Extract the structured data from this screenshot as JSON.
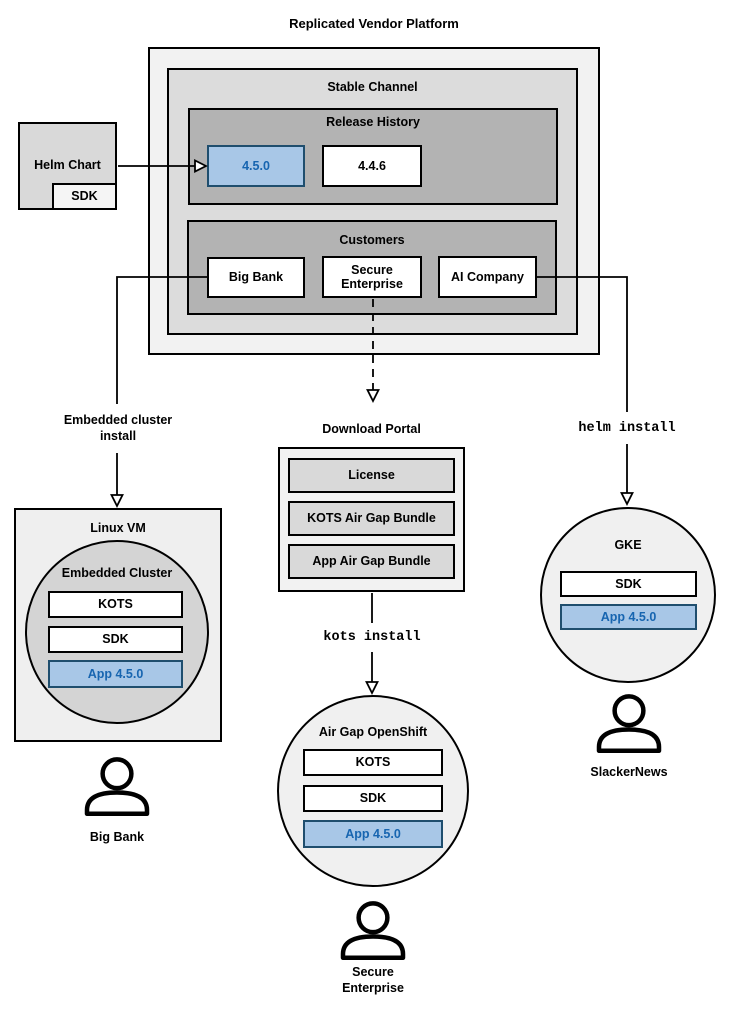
{
  "title": "Replicated Vendor Platform",
  "colors": {
    "highlight_fill": "#a8c7e7",
    "highlight_border": "#1f4e6e",
    "highlight_text": "#1765b0",
    "panel_light": "#f2f2f2",
    "panel_mid": "#dcdcdc",
    "panel_dark": "#b3b3b3"
  },
  "platform": {
    "stable_channel": {
      "label": "Stable Channel",
      "release_history": {
        "label": "Release History",
        "releases": [
          {
            "version": "4.5.0",
            "highlighted": true
          },
          {
            "version": "4.4.6",
            "highlighted": false
          }
        ]
      },
      "customers": {
        "label": "Customers",
        "items": [
          {
            "name": "Big Bank"
          },
          {
            "name": "Secure\nEnterprise"
          },
          {
            "name": "AI Company"
          }
        ]
      }
    }
  },
  "helm_chart": {
    "label": "Helm Chart",
    "sdk": "SDK"
  },
  "flows": {
    "embedded_cluster_install": "Embedded cluster\ninstall",
    "kots_install": "kots install",
    "helm_install": "helm install"
  },
  "download_portal": {
    "label": "Download Portal",
    "items": [
      "License",
      "KOTS Air Gap Bundle",
      "App Air Gap Bundle"
    ]
  },
  "linux_vm": {
    "label": "Linux VM",
    "embedded_cluster": {
      "label": "Embedded Cluster",
      "kots": "KOTS",
      "sdk": "SDK",
      "app": "App 4.5.0"
    },
    "user": "Big Bank"
  },
  "air_gap_openshift": {
    "label": "Air Gap OpenShift",
    "kots": "KOTS",
    "sdk": "SDK",
    "app": "App 4.5.0",
    "user": "Secure\nEnterprise"
  },
  "gke": {
    "label": "GKE",
    "sdk": "SDK",
    "app": "App 4.5.0",
    "user": "SlackerNews"
  }
}
